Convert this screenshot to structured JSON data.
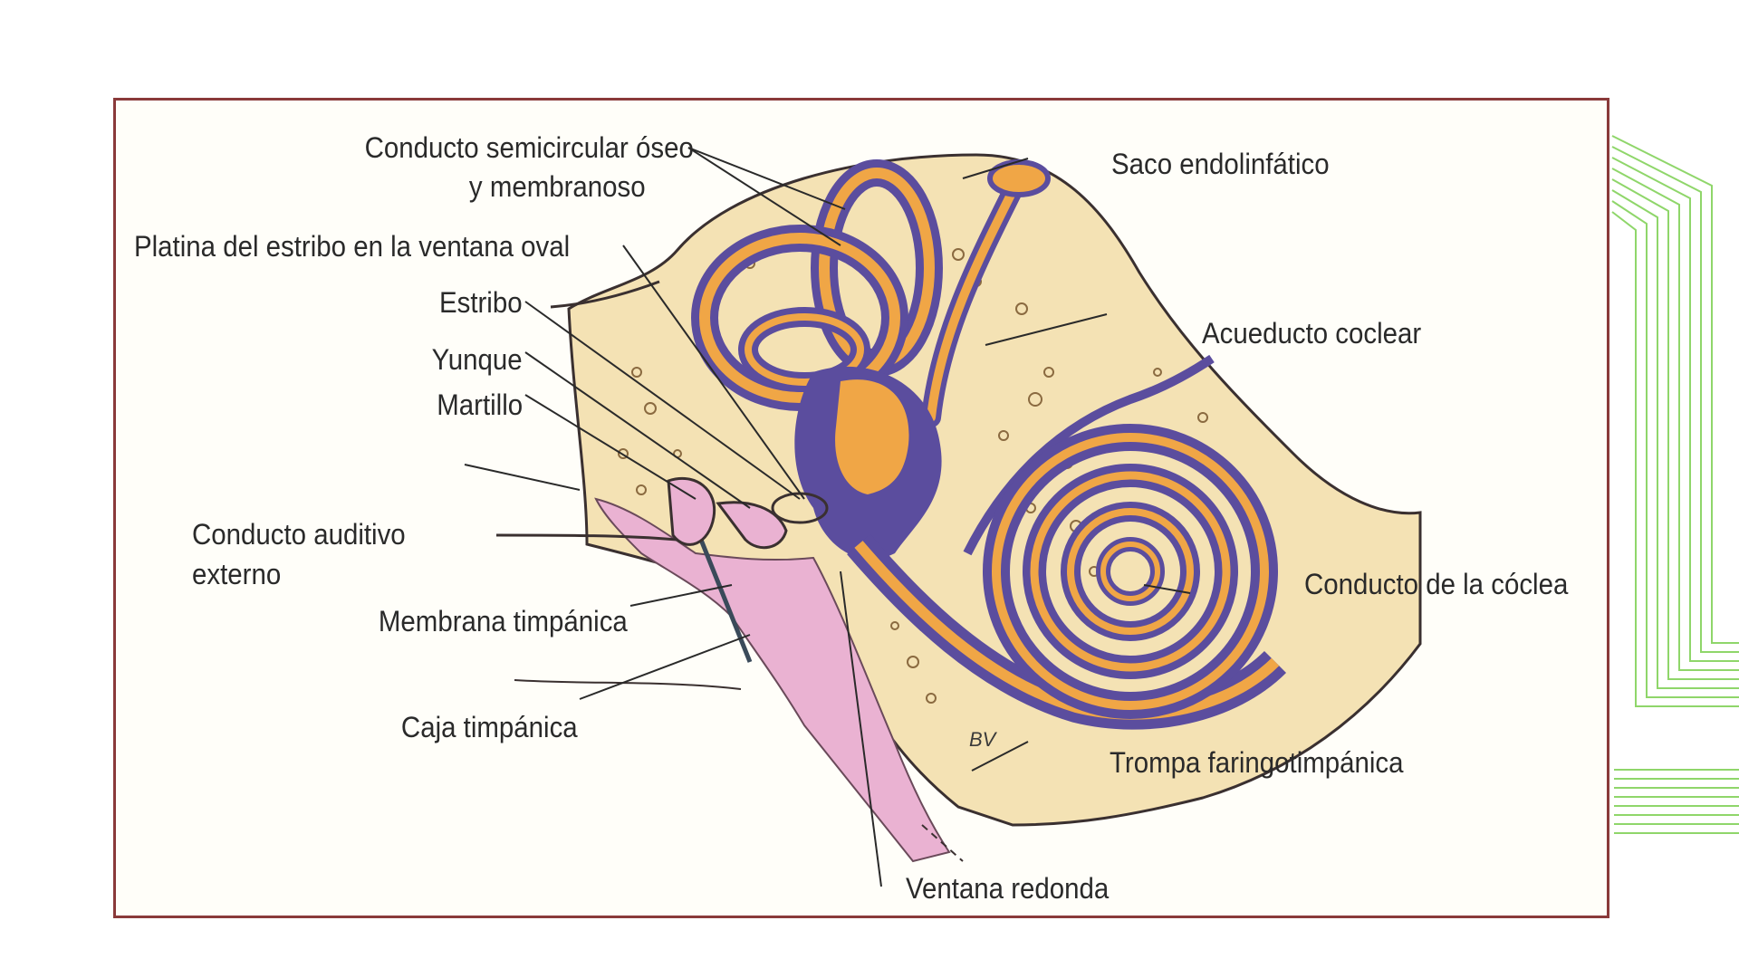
{
  "colors": {
    "frame": "#8a3a3a",
    "bone": "#f4e2b4",
    "membranous": "#5b4d9e",
    "endolymph": "#f0a646",
    "tympanic": "#eab2d2",
    "accent_lines": "#8fd66a"
  },
  "labels": {
    "semicircular_1": "Conducto semicircular óseo",
    "semicircular_2": "y membranoso",
    "oval_window": "Platina del estribo en la ventana oval",
    "stapes": "Estribo",
    "incus": "Yunque",
    "malleus": "Martillo",
    "ear_canal_1": "Conducto auditivo",
    "ear_canal_2": "externo",
    "tympanic_membrane": "Membrana timpánica",
    "tympanic_cavity": "Caja timpánica",
    "endolymphatic_sac": "Saco endolinfático",
    "cochlear_aqueduct": "Acueducto coclear",
    "cochlear_duct": "Conducto de la cóclea",
    "eustachian_tube": "Trompa faringotimpánica",
    "round_window": "Ventana redonda"
  },
  "signature": "BV"
}
